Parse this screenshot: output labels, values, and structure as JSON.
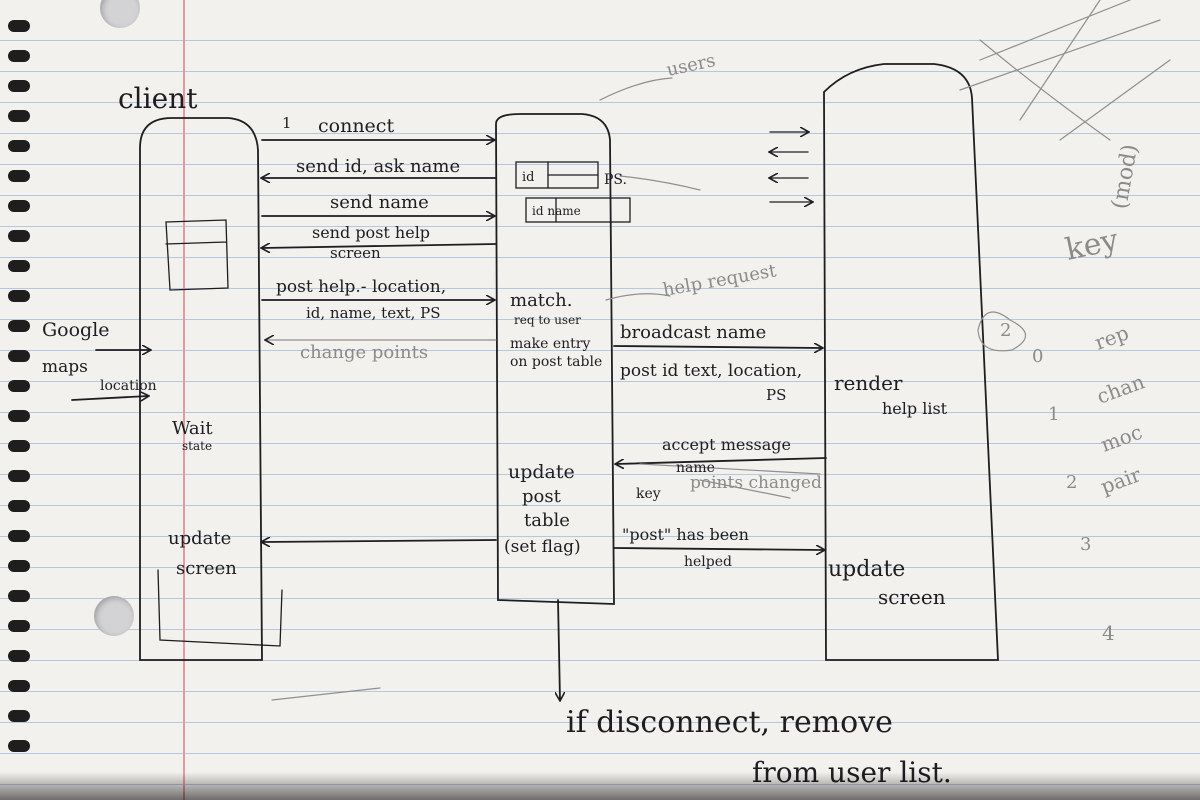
{
  "lanes": {
    "client": "client",
    "users": "users"
  },
  "client_box": {
    "google_maps": [
      "Google",
      "maps"
    ],
    "location": "location",
    "wait_state": [
      "Wait",
      "state"
    ],
    "update_screen": [
      "update",
      "screen"
    ]
  },
  "server_box": {
    "table_id": "id",
    "table_ps": "PS.",
    "table_idname": "id name",
    "match": "match.",
    "req_user": "req to user",
    "make_entry": [
      "make entry",
      "on post table"
    ],
    "update_post": [
      "update",
      "post",
      "table",
      "(set flag)"
    ],
    "help_request": "help request"
  },
  "messages": {
    "step1": "1",
    "connect": "connect",
    "send_id": "send id, ask name",
    "send_name": "send name",
    "send_post_help": "send post help",
    "screen": "screen",
    "post_help": "post help.- location,",
    "post_fields": "id, name, text, PS",
    "change_points": "change points",
    "broadcast_name": "broadcast name",
    "post_id": "post id text, location,",
    "post_ps": "PS",
    "accept_message": "accept message",
    "accept_name": "name",
    "key": "key",
    "points_changed": "points changed",
    "post_helped": "\"post\" has been",
    "helped": "helped"
  },
  "users_box": {
    "render": "render",
    "help_list": "help list",
    "update_screen": [
      "update",
      "screen"
    ]
  },
  "footer": {
    "line1": "if disconnect, remove",
    "line2": "from user list."
  },
  "margin_notes": {
    "circled": "2",
    "key": "key",
    "mod": "(mod)",
    "list": [
      "0",
      "1",
      "2",
      "3",
      "4"
    ],
    "scribbles": [
      "rep",
      "chan",
      "moc",
      "pair"
    ]
  }
}
